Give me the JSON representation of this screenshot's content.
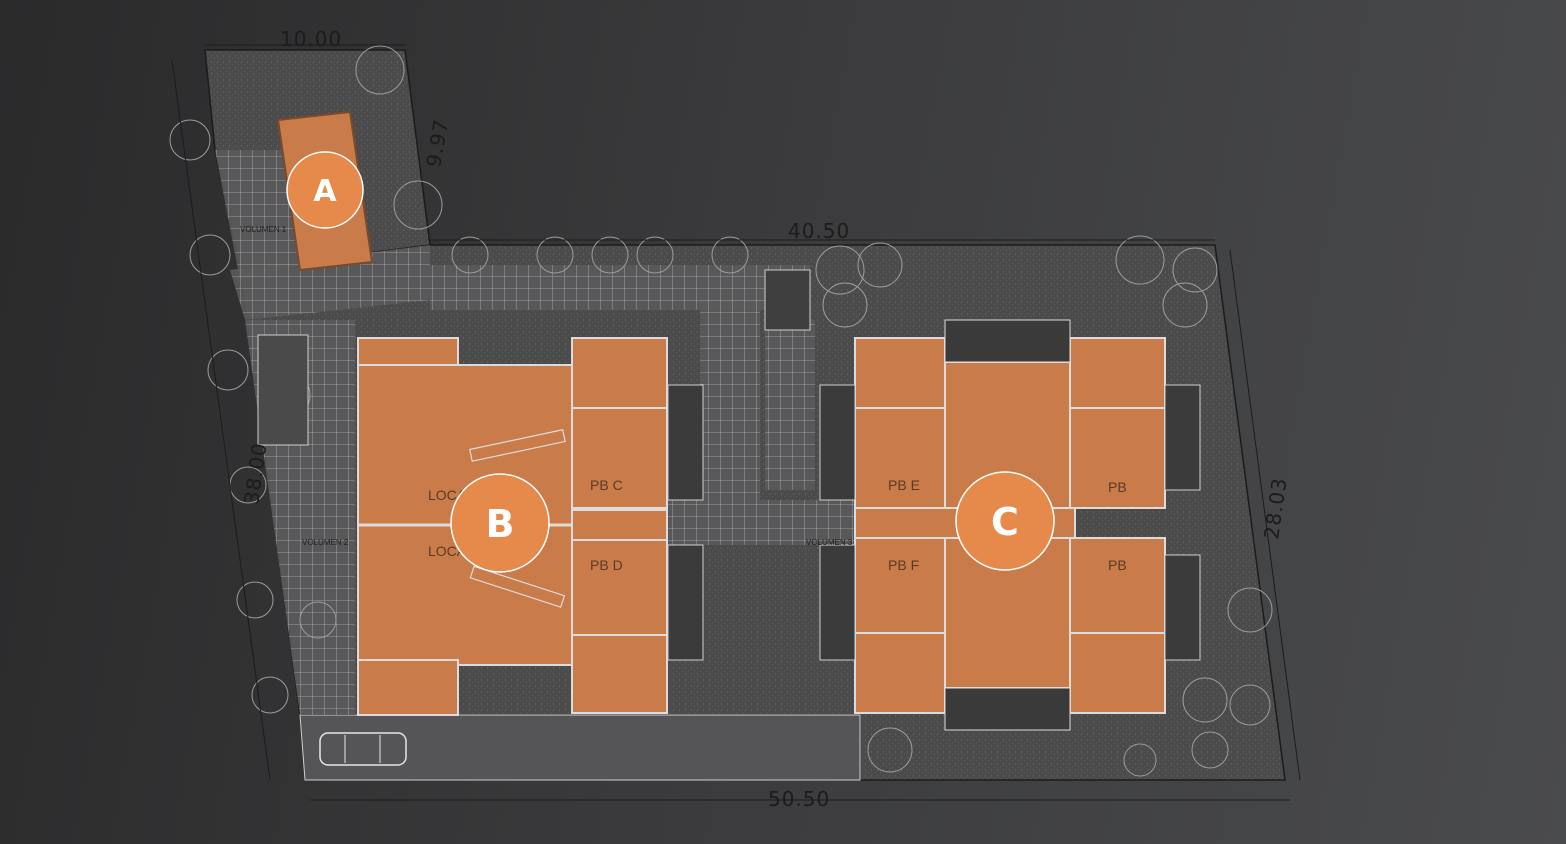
{
  "dimensions": {
    "top": "10.00",
    "left_upper": "9.97",
    "middle_top": "40.50",
    "left": "38.00",
    "right": "28.03",
    "bottom": "50.50"
  },
  "markers": [
    {
      "id": "A",
      "label": "A"
    },
    {
      "id": "B",
      "label": "B"
    },
    {
      "id": "C",
      "label": "C"
    }
  ],
  "labels": {
    "local_upper": "LOCA",
    "local_lower": "LOCA",
    "volume1": "VOLUMEN 1",
    "volume2": "VOLUMEN 2",
    "volume3": "VOLUMEN 3",
    "pb_c": "PB C",
    "pb_d": "PB D",
    "pb_e": "PB E",
    "pb_f": "PB F",
    "pb_g": "PB",
    "pb_h": "PB"
  },
  "colors": {
    "unit_fill": "#c97b4a",
    "marker_fill": "#e58a4b",
    "plot_fill": "#4a4a4b",
    "line": "#cfcfcf"
  }
}
